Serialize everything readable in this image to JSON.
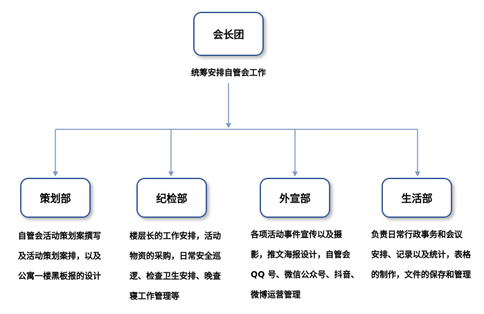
{
  "top": {
    "title": "会长团",
    "caption": "统筹安排自管会工作"
  },
  "departments": [
    {
      "name": "策划部",
      "lines": [
        "自管会活动策划案撰写",
        "及活动策划案排，以及",
        "公寓一楼黑板报的设计"
      ]
    },
    {
      "name": "纪检部",
      "lines": [
        "楼层长的工作安排，活动",
        "物资的采购，日常安全巡",
        "逻、检查卫生安排、晚查",
        "寝工作管理等"
      ]
    },
    {
      "name": "外宣部",
      "lines": [
        "各项活动事件宣传以及摄",
        "影，推文海报设计，自管会",
        "QQ 号、微信公众号、抖音、",
        "微博运营管理"
      ]
    },
    {
      "name": "生活部",
      "lines": [
        "负责日常行政事务和会议",
        "安排、记录以及统计，表格",
        "的制作，文件的保存和管理"
      ]
    }
  ],
  "colors": {
    "box_border": "#3f5f9a",
    "connector": "#7f99c4"
  }
}
